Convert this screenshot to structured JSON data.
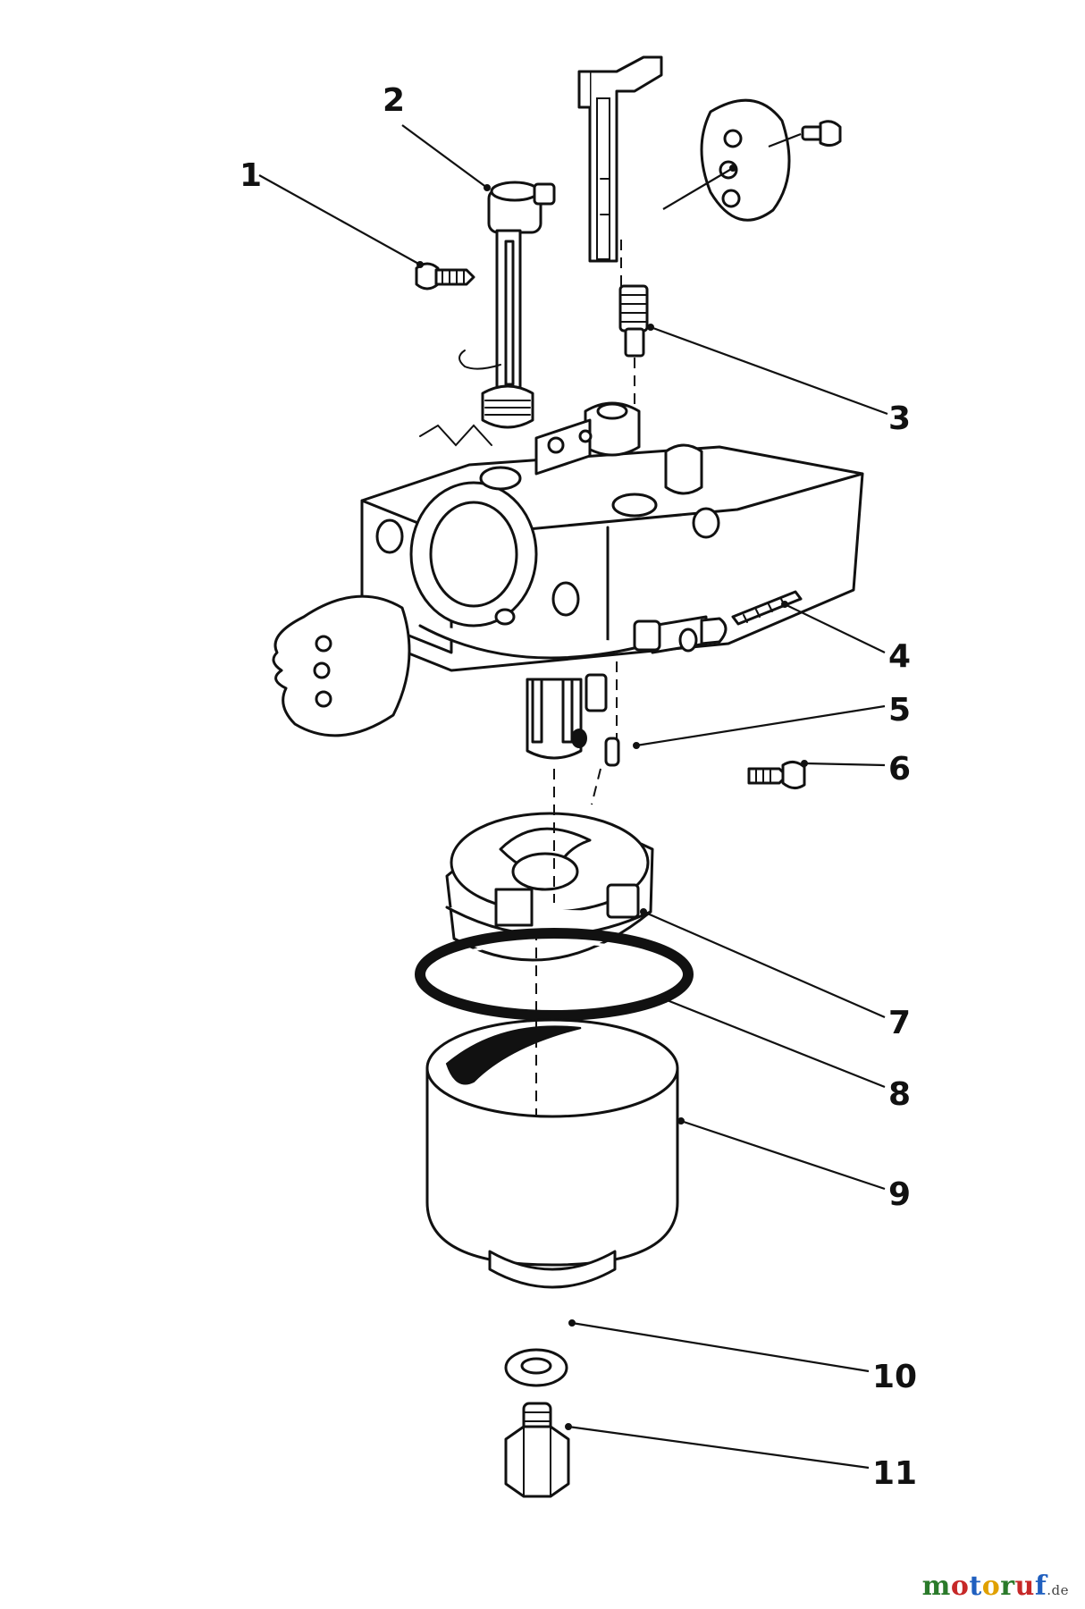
{
  "diagram": {
    "callouts": [
      {
        "id": "1",
        "label": "1"
      },
      {
        "id": "2",
        "label": "2"
      },
      {
        "id": "3",
        "label": "3"
      },
      {
        "id": "4",
        "label": "4"
      },
      {
        "id": "5",
        "label": "5"
      },
      {
        "id": "6",
        "label": "6"
      },
      {
        "id": "7",
        "label": "7"
      },
      {
        "id": "8",
        "label": "8"
      },
      {
        "id": "9",
        "label": "9"
      },
      {
        "id": "10",
        "label": "10"
      },
      {
        "id": "11",
        "label": "11"
      }
    ]
  },
  "watermark": {
    "letters": [
      "m",
      "o",
      "t",
      "o",
      "r",
      "u",
      "f"
    ],
    "colors": [
      "#2a7a2a",
      "#c62828",
      "#1f5fbf",
      "#e0a000",
      "#2a7a2a",
      "#c62828",
      "#1f5fbf"
    ],
    "suffix": ".de"
  }
}
